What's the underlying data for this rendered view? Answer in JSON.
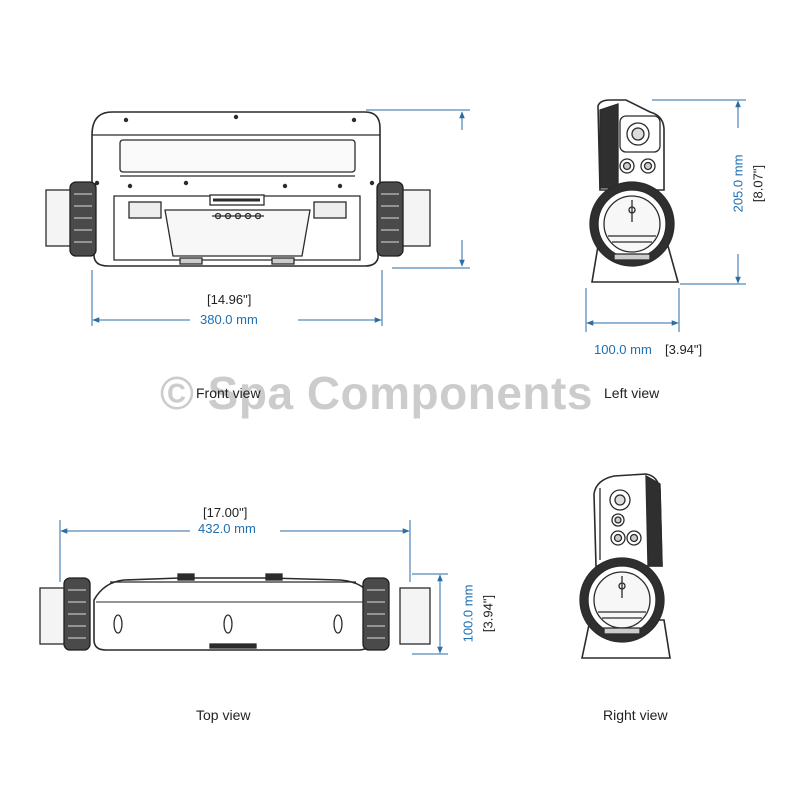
{
  "watermark": "© Spa Components",
  "colors": {
    "dimension_text": "#1f6fb2",
    "dimension_line": "#2a6ea6",
    "outline": "#2b2b2b"
  },
  "views": {
    "front": {
      "label": "Front view",
      "dim_inch": "[14.96\"]",
      "dim_mm": "380.0 mm"
    },
    "left": {
      "label": "Left view",
      "dim_height_mm": "205.0 mm",
      "dim_height_inch": "[8.07\"]",
      "dim_width_mm": "100.0 mm",
      "dim_width_inch": "[3.94\"]"
    },
    "top": {
      "label": "Top view",
      "dim_inch": "[17.00\"]",
      "dim_mm": "432.0 mm",
      "dim_height_mm": "100.0 mm",
      "dim_height_inch": "[3.94\"]"
    },
    "right": {
      "label": "Right view"
    }
  }
}
